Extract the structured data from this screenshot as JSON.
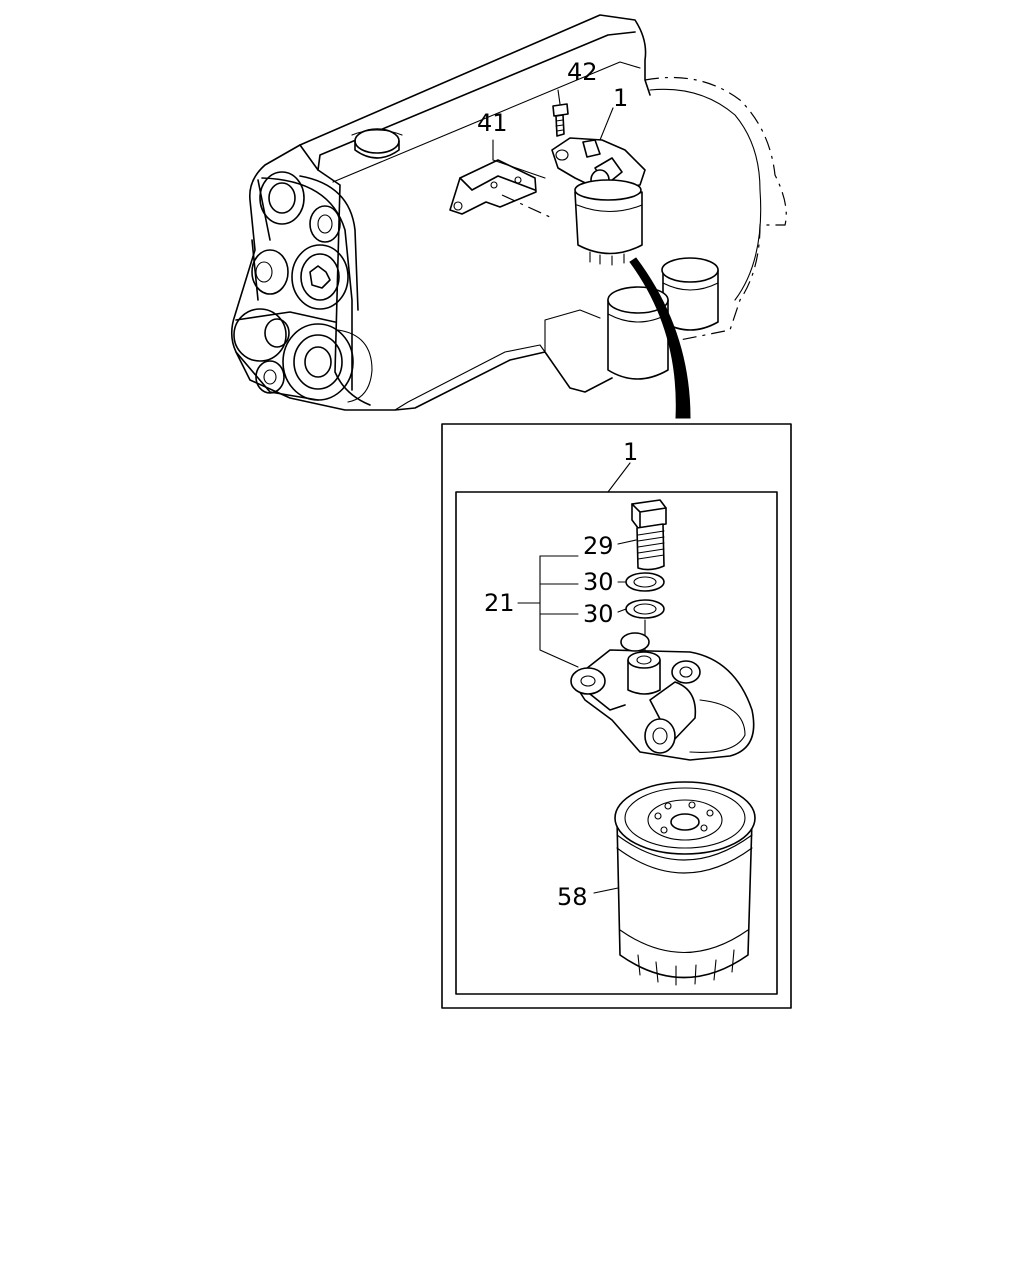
{
  "callouts": {
    "c42": "42",
    "c1_top": "1",
    "c41": "41",
    "c1_box": "1",
    "c29": "29",
    "c30a": "30",
    "c30b": "30",
    "c21": "21",
    "c58": "58"
  },
  "colors": {
    "line": "#000000",
    "background": "#ffffff"
  }
}
